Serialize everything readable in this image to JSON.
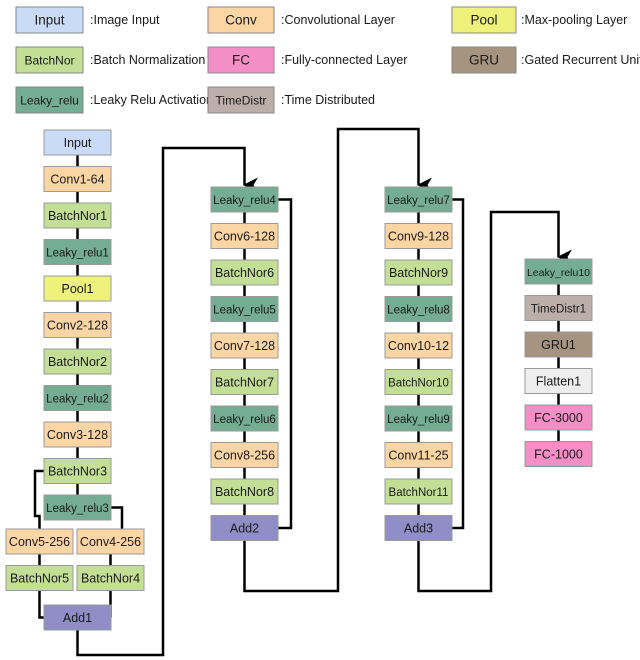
{
  "colors": {
    "input": "#c9dbf7",
    "conv": "#fcd5a5",
    "pool": "#eef27b",
    "batchnorm": "#c3df96",
    "fc": "#f38fc6",
    "gru": "#a69380",
    "leaky": "#74ad94",
    "timedistr": "#bcaea9",
    "add": "#8f8ec7",
    "flatten": "#eeeeee",
    "line": "#000000"
  },
  "legend": [
    {
      "key": "input",
      "label": "Input",
      "desc": ":Image Input"
    },
    {
      "key": "conv",
      "label": "Conv",
      "desc": ":Convolutional Layer"
    },
    {
      "key": "pool",
      "label": "Pool",
      "desc": ":Max-pooling Layer"
    },
    {
      "key": "batchnorm",
      "label": "BatchNor",
      "desc": ":Batch Normalization"
    },
    {
      "key": "fc",
      "label": "FC",
      "desc": ":Fully-connected Layer"
    },
    {
      "key": "gru",
      "label": "GRU",
      "desc": ":Gated Recurrent Unit"
    },
    {
      "key": "leaky",
      "label": "Leaky_relu",
      "desc": ":Leaky Relu Activation"
    },
    {
      "key": "timedistr",
      "label": "TimeDistr",
      "desc": ":Time Distributed"
    }
  ],
  "columns": [
    {
      "id": "col1",
      "nodes": [
        {
          "label": "Input",
          "type": "input"
        },
        {
          "label": "Conv1-64",
          "type": "conv"
        },
        {
          "label": "BatchNor1",
          "type": "batchnorm"
        },
        {
          "label": "Leaky_relu1",
          "type": "leaky"
        },
        {
          "label": "Pool1",
          "type": "pool"
        },
        {
          "label": "Conv2-128",
          "type": "conv"
        },
        {
          "label": "BatchNor2",
          "type": "batchnorm"
        },
        {
          "label": "Leaky_relu2",
          "type": "leaky"
        },
        {
          "label": "Conv3-128",
          "type": "conv"
        },
        {
          "label": "BatchNor3",
          "type": "batchnorm"
        },
        {
          "label": "Leaky_relu3",
          "type": "leaky"
        }
      ]
    },
    {
      "id": "branchL",
      "nodes": [
        {
          "label": "Conv5-256",
          "type": "conv"
        },
        {
          "label": "BatchNor5",
          "type": "batchnorm"
        }
      ]
    },
    {
      "id": "branchR",
      "nodes": [
        {
          "label": "Conv4-256",
          "type": "conv"
        },
        {
          "label": "BatchNor4",
          "type": "batchnorm"
        }
      ]
    },
    {
      "id": "add1",
      "nodes": [
        {
          "label": "Add1",
          "type": "add"
        }
      ]
    },
    {
      "id": "col2",
      "nodes": [
        {
          "label": "Leaky_relu4",
          "type": "leaky"
        },
        {
          "label": "Conv6-128",
          "type": "conv"
        },
        {
          "label": "BatchNor6",
          "type": "batchnorm"
        },
        {
          "label": "Leaky_relu5",
          "type": "leaky"
        },
        {
          "label": "Conv7-128",
          "type": "conv"
        },
        {
          "label": "BatchNor7",
          "type": "batchnorm"
        },
        {
          "label": "Leaky_relu6",
          "type": "leaky"
        },
        {
          "label": "Conv8-256",
          "type": "conv"
        },
        {
          "label": "BatchNor8",
          "type": "batchnorm"
        },
        {
          "label": "Add2",
          "type": "add"
        }
      ]
    },
    {
      "id": "col3",
      "nodes": [
        {
          "label": "Leaky_relu7",
          "type": "leaky"
        },
        {
          "label": "Conv9-128",
          "type": "conv"
        },
        {
          "label": "BatchNor9",
          "type": "batchnorm"
        },
        {
          "label": "Leaky_relu8",
          "type": "leaky"
        },
        {
          "label": "Conv10-12",
          "type": "conv"
        },
        {
          "label": "BatchNor10",
          "type": "batchnorm"
        },
        {
          "label": "Leaky_relu9",
          "type": "leaky"
        },
        {
          "label": "Conv11-25",
          "type": "conv"
        },
        {
          "label": "BatchNor11",
          "type": "batchnorm"
        },
        {
          "label": "Add3",
          "type": "add"
        }
      ]
    },
    {
      "id": "col4",
      "nodes": [
        {
          "label": "Leaky_relu10",
          "type": "leaky"
        },
        {
          "label": "TimeDistr1",
          "type": "timedistr"
        },
        {
          "label": "GRU1",
          "type": "gru"
        },
        {
          "label": "Flatten1",
          "type": "flatten"
        },
        {
          "label": "FC-3000",
          "type": "fc"
        },
        {
          "label": "FC-1000",
          "type": "fc"
        }
      ]
    }
  ]
}
